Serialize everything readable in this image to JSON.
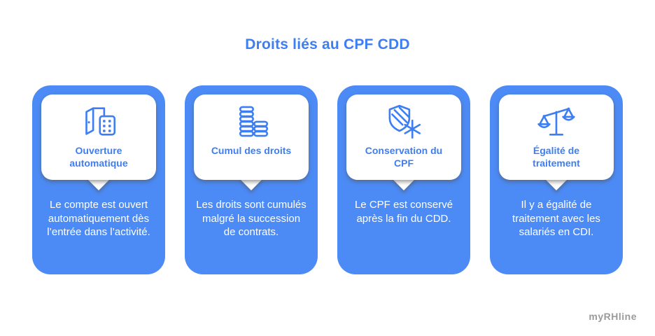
{
  "title": "Droits liés au CPF CDD",
  "colors": {
    "card_blue": "#4C8BF5",
    "accent_blue": "#3D7EF2",
    "card_text": "#FFFFFF",
    "watermark_gray": "#9B9B9B",
    "background": "#FFFFFF"
  },
  "cards": [
    {
      "icon": "door-open-keypad-icon",
      "heading": "Ouverture automatique",
      "body": "Le compte est ouvert automatiquement dès l’entrée dans l’activité."
    },
    {
      "icon": "coin-stacks-icon",
      "heading": "Cumul des droits",
      "body": "Les droits sont cumulés malgré la succession de contrats."
    },
    {
      "icon": "shield-snowflake-icon",
      "heading": "Conservation du CPF",
      "body": "Le CPF est conservé après la fin du CDD."
    },
    {
      "icon": "balance-scale-icon",
      "heading": "Égalité de traitement",
      "body": "Il y a égalité de traitement avec les salariés en CDI."
    }
  ],
  "watermark": "myRHline"
}
